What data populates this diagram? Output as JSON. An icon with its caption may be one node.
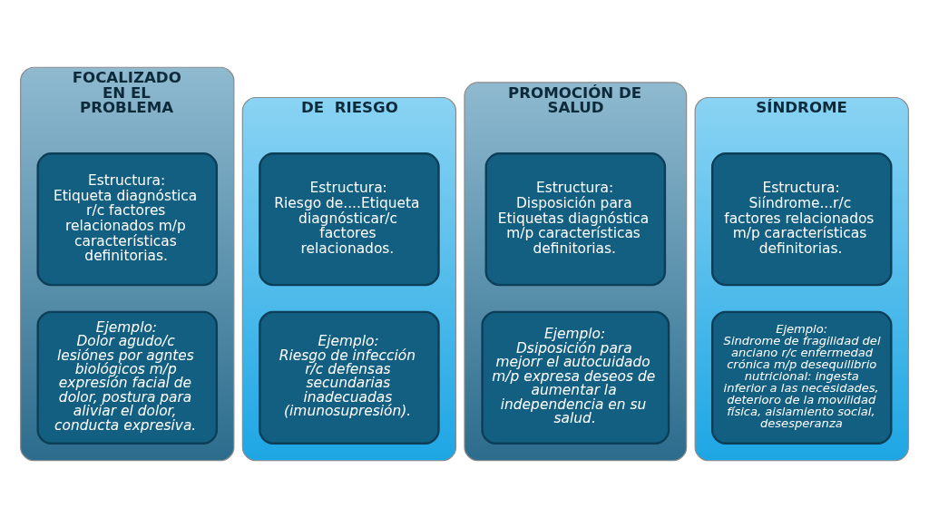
{
  "diagram": {
    "nodes": [
      {
        "text": [
          "FOCALIZADO EN EL PROBLEMA"
        ]
      },
      {
        "text": [
          "Estructura:",
          "Etiqueta diagnóstica r/c factores relacionados m/p características definitorias."
        ],
        "in": 0
      },
      {
        "text": [
          "Ejemplo:",
          "Dolor agudo/c lesiónes por agntes biológicos m/p expresión facial de dolor, postura para aliviar el dolor, conducta expresiva."
        ],
        "in": 0
      },
      {
        "text": [
          "DE  RIESGO"
        ]
      },
      {
        "text": [
          "Estructura:",
          "Riesgo de....Etiqueta diagnósticar/c factores relacionados."
        ],
        "in": 3
      },
      {
        "text": [
          "Ejemplo:",
          "Riesgo de infección r/c defensas secundarias inadecuadas (imunosupresión)."
        ],
        "in": 3
      },
      {
        "text": [
          "PROMOCIÓN DE SALUD"
        ]
      },
      {
        "text": [
          "Estructura:",
          "Disposición para Etiquetas diagnóstica m/p características definitorias."
        ],
        "in": 6
      },
      {
        "text": [
          "Ejemplo:",
          "Dsiposición para mejorr el autocuidado m/p expresa deseos de aumentar la independencia en su salud."
        ],
        "in": 6
      },
      {
        "text": [
          "SÍNDROME"
        ]
      },
      {
        "text": [
          "Estructura:",
          "Siíndrome...r/c factores relacionados m/p características definitorias."
        ],
        "in": 9
      },
      {
        "text": [
          "Ejemplo:",
          "Sindrome de fragilidad del anciano r/c enfermedad crónica m/p desequilibrio nutricional: ingesta inferior a las necesidades, deterioro de la movilidad física, aislamiento social, desesperanza"
        ],
        "in": 9
      }
    ],
    "edges": []
  }
}
